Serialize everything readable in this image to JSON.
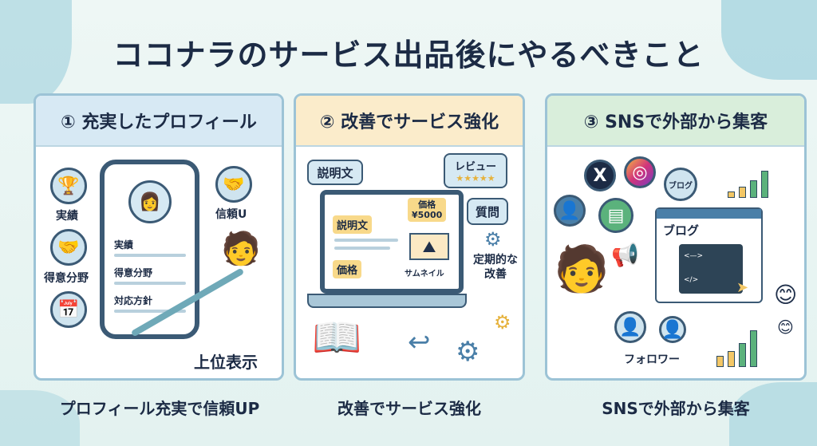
{
  "title": "ココナラのサービス出品後にやるべきこと",
  "panels": [
    {
      "header": "① 充実したプロフィール",
      "caption": "プロフィール充実で信頼UP",
      "labels": {
        "achievements": "実績",
        "specialty": "得意分野",
        "trust": "信頼U",
        "rank": "上位表示"
      },
      "phone_items": [
        "実績",
        "得意分野",
        "対応方針"
      ]
    },
    {
      "header": "② 改善でサービス強化",
      "caption": "改善でサービス強化",
      "labels": {
        "description_bubble": "説明文",
        "review_bubble": "レビュー",
        "stars": "★★★★★",
        "question_bubble": "質問",
        "description_tag": "説明文",
        "price_tag": "価格",
        "price_value_label": "価格",
        "price_value": "¥5000",
        "thumbnail": "サムネイル",
        "improve": "定期的な改善"
      }
    },
    {
      "header": "③ SNSで外部から集客",
      "caption": "SNSで外部から集客",
      "labels": {
        "x_icon": "X",
        "blog_circle": "ブログ",
        "blog_page": "ブログ",
        "followers": "フォロワー",
        "code_open": "<—>",
        "code_close": "</>"
      }
    }
  ],
  "colors": {
    "header_blue": "#d7e9f4",
    "header_yellow": "#fbeccb",
    "header_green": "#d9eedb",
    "navy": "#1c2b45",
    "accent_green": "#5bb27c",
    "accent_yellow": "#f3c766"
  }
}
